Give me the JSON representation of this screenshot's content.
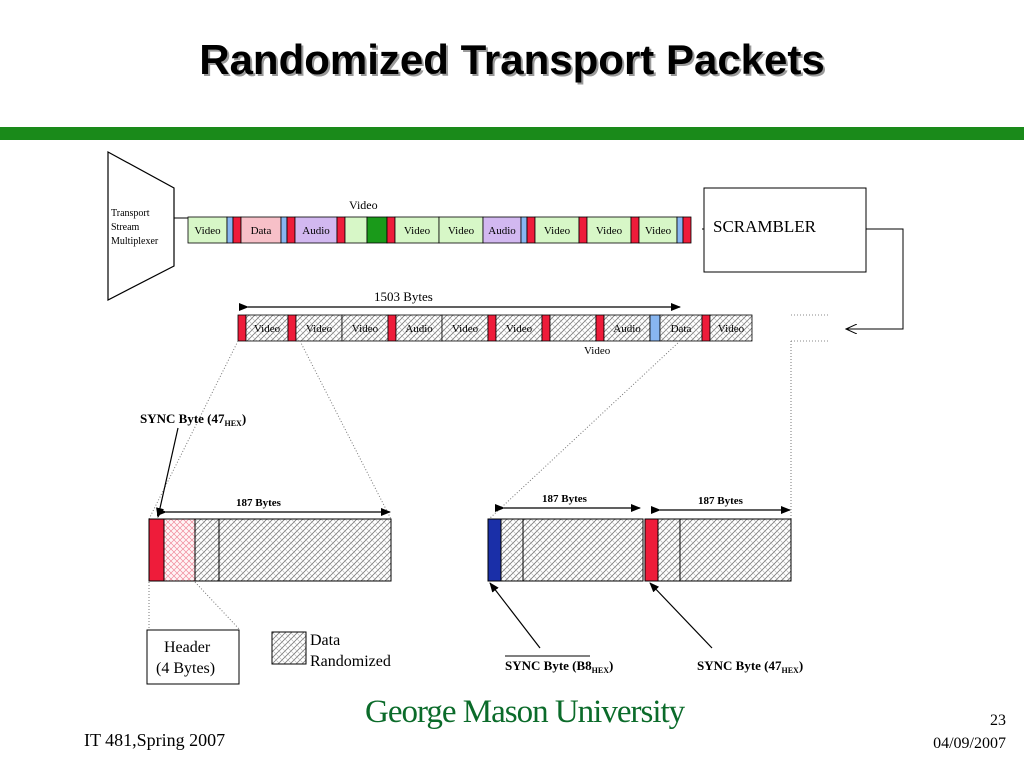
{
  "title": "Randomized Transport Packets",
  "colors": {
    "accent_green": "#1a8a1a",
    "sync_red": "#ee1c3a",
    "sync_blue": "#1a2fa8",
    "video": "#d7f7c7",
    "data": "#f7c0c8",
    "audio": "#d2b8f0",
    "small_blue": "#88b6f0",
    "green_block": "#1a9a1a"
  },
  "mux": {
    "line1": "Transport",
    "line2": "Stream",
    "line3": "Multiplexer"
  },
  "top_stream": {
    "above_label": "Video",
    "segments": [
      {
        "kind": "video",
        "label": "Video"
      },
      {
        "kind": "blue",
        "label": ""
      },
      {
        "kind": "red",
        "label": ""
      },
      {
        "kind": "data",
        "label": "Data"
      },
      {
        "kind": "blue",
        "label": ""
      },
      {
        "kind": "red",
        "label": ""
      },
      {
        "kind": "audio",
        "label": "Audio"
      },
      {
        "kind": "red",
        "label": ""
      },
      {
        "kind": "video",
        "label": ""
      },
      {
        "kind": "green",
        "label": ""
      },
      {
        "kind": "red",
        "label": ""
      },
      {
        "kind": "video",
        "label": "Video"
      },
      {
        "kind": "video",
        "label": "Video"
      },
      {
        "kind": "audio",
        "label": "Audio"
      },
      {
        "kind": "blue",
        "label": ""
      },
      {
        "kind": "red",
        "label": ""
      },
      {
        "kind": "video",
        "label": "Video"
      },
      {
        "kind": "red",
        "label": ""
      },
      {
        "kind": "video",
        "label": "Video"
      },
      {
        "kind": "red",
        "label": ""
      },
      {
        "kind": "video",
        "label": "Video"
      },
      {
        "kind": "blue",
        "label": ""
      },
      {
        "kind": "red",
        "label": ""
      }
    ]
  },
  "scrambler": {
    "label": "SCRAMBLER"
  },
  "middle_stream": {
    "length_label": "1503 Bytes",
    "below_label": "Video",
    "segments": [
      {
        "kind": "red",
        "label": ""
      },
      {
        "kind": "hatch",
        "label": "Video"
      },
      {
        "kind": "red",
        "label": ""
      },
      {
        "kind": "hatch",
        "label": "Video"
      },
      {
        "kind": "hatch",
        "label": "Video"
      },
      {
        "kind": "red",
        "label": ""
      },
      {
        "kind": "hatch",
        "label": "Audio"
      },
      {
        "kind": "hatch",
        "label": "Video"
      },
      {
        "kind": "red",
        "label": ""
      },
      {
        "kind": "hatch",
        "label": "Video"
      },
      {
        "kind": "red",
        "label": ""
      },
      {
        "kind": "hatch",
        "label": ""
      },
      {
        "kind": "red",
        "label": ""
      },
      {
        "kind": "hatch",
        "label": "Audio"
      },
      {
        "kind": "blue",
        "label": ""
      },
      {
        "kind": "hatch",
        "label": "Data"
      },
      {
        "kind": "red",
        "label": ""
      },
      {
        "kind": "hatch",
        "label": "Video"
      }
    ]
  },
  "detail": {
    "sync_left": "SYNC Byte (47",
    "sync_left_sub": "HEX",
    "sync_left_close": ")",
    "bytes_label_1": "187 Bytes",
    "bytes_label_2": "187 Bytes",
    "bytes_label_3": "187 Bytes",
    "sync_mid": "SYNC Byte (B8",
    "sync_mid_sub": "HEX",
    "sync_mid_close": ")",
    "sync_right": "SYNC Byte (47",
    "sync_right_sub": "HEX",
    "sync_right_close": ")"
  },
  "legend": {
    "header_line1": "Header",
    "header_line2": "(4 Bytes)",
    "data_line1": "Data",
    "data_line2": "Randomized"
  },
  "footer": {
    "course": "IT 481,Spring 2007",
    "page": "23",
    "date": "04/09/2007",
    "logo": "George Mason University"
  }
}
